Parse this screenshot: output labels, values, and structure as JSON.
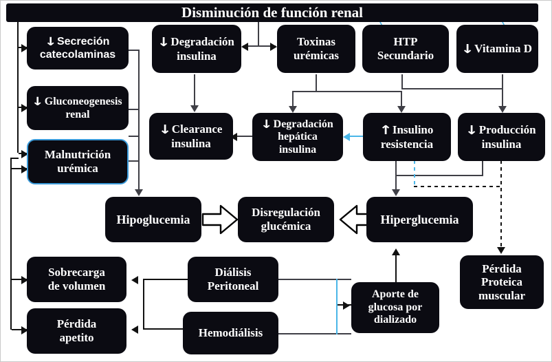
{
  "title": {
    "text": "Disminución de función renal"
  },
  "nodes": {
    "secrecion": {
      "label": "Secreción\ncatecolaminas",
      "arrow": "down"
    },
    "gluconeo": {
      "label": "Gluconeogenesis\nrenal",
      "arrow": "down"
    },
    "malnutricion": {
      "label": "Malnutrición\nurémica",
      "arrow": "none",
      "highlight_color": "#3a9ad9"
    },
    "degradacion_insulina": {
      "label": "Degradación\ninsulina",
      "arrow": "down"
    },
    "toxinas": {
      "label": "Toxinas\nurémicas",
      "arrow": "none"
    },
    "htp": {
      "label": "HTP\nSecundario",
      "arrow": "none"
    },
    "vitaminad": {
      "label": "Vitamina D",
      "arrow": "down"
    },
    "clearance": {
      "label": "Clearance\ninsulina",
      "arrow": "down"
    },
    "degradacion_hepatica": {
      "label": "Degradación\nhepática\ninsulina",
      "arrow": "down"
    },
    "insulino_resistencia": {
      "label": "Insulino\nresistencia",
      "arrow": "up"
    },
    "produccion_insulina": {
      "label": "Producción\ninsulina",
      "arrow": "down"
    },
    "hipoglucemia": {
      "label": "Hipoglucemia",
      "arrow": "none"
    },
    "disregulacion": {
      "label": "Disregulación\nglucémica",
      "arrow": "none"
    },
    "hiperglucemia": {
      "label": "Hiperglucemia",
      "arrow": "none"
    },
    "sobrecarga": {
      "label": "Sobrecarga\nde volumen",
      "arrow": "none"
    },
    "perdida_apetito": {
      "label": "Pérdida\napetito",
      "arrow": "none"
    },
    "dialisis_peritoneal": {
      "label": "Diálisis\nPeritoneal",
      "arrow": "none"
    },
    "hemodialisis": {
      "label": "Hemodiálisis",
      "arrow": "none"
    },
    "aporte_glucosa": {
      "label": "Aporte  de\nglucosa por\ndializado",
      "arrow": "none"
    },
    "perdida_proteica": {
      "label": "Pérdida\nProteica\nmuscular",
      "arrow": "none"
    }
  },
  "glyphs": {
    "down": "↓",
    "up": "↑"
  },
  "colors": {
    "node_fill": "#0b0b12",
    "node_text": "#ffffff",
    "connector": "#3f3f46",
    "accent_cyan": "#49b6e8",
    "background": "#ffffff"
  }
}
